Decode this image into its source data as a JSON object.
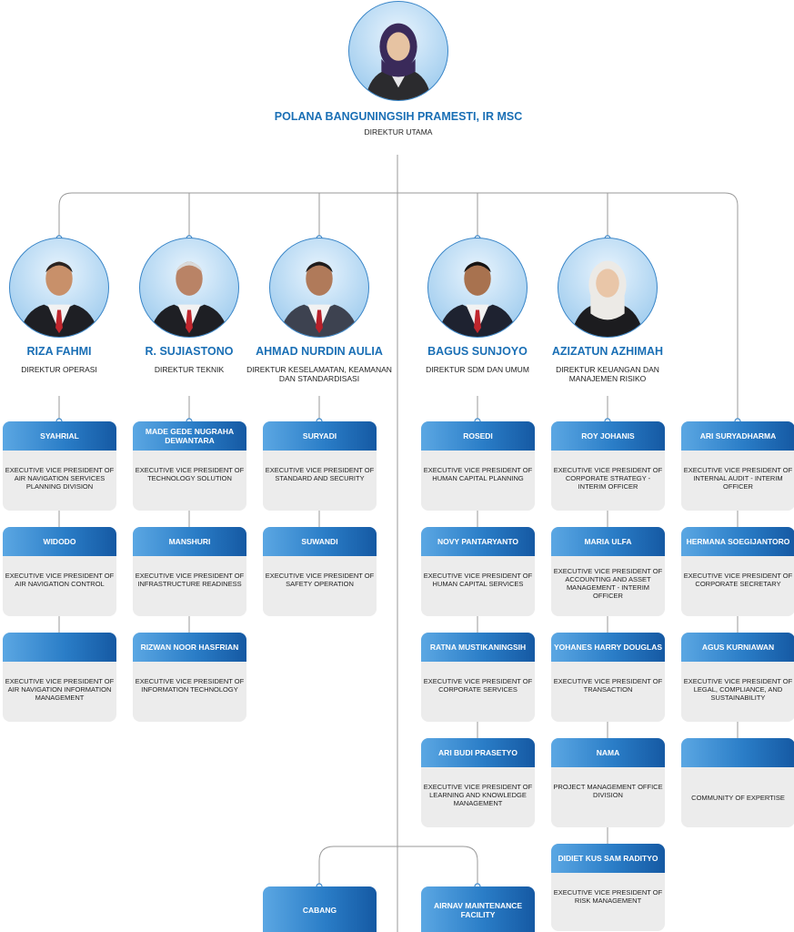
{
  "colors": {
    "accent": "#1a6fb5",
    "card_gradient": [
      "#5ba7e3",
      "#1559a3"
    ],
    "card_body": "#ececec",
    "line": "#9a9a9a"
  },
  "top": {
    "name": "POLANA BANGUNINGSIH PRAMESTI, IR MSC",
    "role": "DIREKTUR UTAMA",
    "photo": "woman-hijab-portrait"
  },
  "directors": [
    {
      "name": "RIZA FAHMI",
      "role": "DIREKTUR OPERASI"
    },
    {
      "name": "R. SUJIASTONO",
      "role": "DIREKTUR TEKNIK"
    },
    {
      "name": "AHMAD NURDIN AULIA",
      "role": "DIREKTUR KESELAMATAN, KEAMANAN DAN STANDARDISASI"
    },
    {
      "name": "BAGUS SUNJOYO",
      "role": "DIREKTUR SDM DAN UMUM"
    },
    {
      "name": "AZIZATUN AZHIMAH",
      "role": "DIREKTUR KEUANGAN DAN MANAJEMEN RISIKO"
    }
  ],
  "columns": [
    [
      {
        "head": "SYAHRIAL",
        "body": "EXECUTIVE VICE PRESIDENT OF AIR NAVIGATION SERVICES PLANNING DIVISION"
      },
      {
        "head": "WIDODO",
        "body": "EXECUTIVE VICE PRESIDENT OF AIR NAVIGATION CONTROL"
      },
      {
        "head": "",
        "body": "EXECUTIVE VICE PRESIDENT OF AIR NAVIGATION INFORMATION MANAGEMENT"
      }
    ],
    [
      {
        "head": "MADE GEDE NUGRAHA DEWANTARA",
        "body": "EXECUTIVE VICE PRESIDENT OF TECHNOLOGY SOLUTION"
      },
      {
        "head": "MANSHURI",
        "body": "EXECUTIVE VICE PRESIDENT OF INFRASTRUCTURE READINESS"
      },
      {
        "head": "RIZWAN NOOR HASFRIAN",
        "body": "EXECUTIVE VICE PRESIDENT OF INFORMATION TECHNOLOGY"
      }
    ],
    [
      {
        "head": "SURYADI",
        "body": "EXECUTIVE VICE PRESIDENT OF STANDARD AND SECURITY"
      },
      {
        "head": "SUWANDI",
        "body": "EXECUTIVE VICE PRESIDENT OF SAFETY OPERATION"
      }
    ],
    [
      {
        "head": "ROSEDI",
        "body": "EXECUTIVE VICE PRESIDENT OF HUMAN CAPITAL PLANNING"
      },
      {
        "head": "NOVY PANTARYANTO",
        "body": "EXECUTIVE VICE PRESIDENT OF HUMAN CAPITAL SERVICES"
      },
      {
        "head": "RATNA MUSTIKANINGSIH",
        "body": "EXECUTIVE VICE PRESIDENT OF CORPORATE SERVICES"
      },
      {
        "head": "ARI BUDI PRASETYO",
        "body": "EXECUTIVE VICE PRESIDENT OF LEARNING AND KNOWLEDGE MANAGEMENT"
      }
    ],
    [
      {
        "head": "ROY JOHANIS",
        "body": "EXECUTIVE VICE PRESIDENT OF CORPORATE STRATEGY - INTERIM OFFICER"
      },
      {
        "head": "MARIA ULFA",
        "body": "EXECUTIVE VICE PRESIDENT OF ACCOUNTING AND ASSET MANAGEMENT - INTERIM OFFICER"
      },
      {
        "head": "YOHANES HARRY DOUGLAS",
        "body": "EXECUTIVE VICE PRESIDENT OF TRANSACTION"
      },
      {
        "head": "NAMA",
        "body": "PROJECT MANAGEMENT OFFICE DIVISION"
      },
      {
        "head": "DIDIET KUS SAM RADITYO",
        "body": "EXECUTIVE VICE PRESIDENT OF RISK MANAGEMENT"
      }
    ],
    [
      {
        "head": "ARI SURYADHARMA",
        "body": "EXECUTIVE VICE PRESIDENT OF INTERNAL AUDIT - INTERIM OFFICER"
      },
      {
        "head": "HERMANA SOEGIJANTORO",
        "body": "EXECUTIVE VICE PRESIDENT OF CORPORATE SECRETARY"
      },
      {
        "head": "AGUS KURNIAWAN",
        "body": "EXECUTIVE VICE PRESIDENT OF LEGAL, COMPLIANCE, AND SUSTAINABILITY"
      },
      {
        "head": "",
        "body": "COMMUNITY OF EXPERTISE"
      }
    ]
  ],
  "bottom": [
    {
      "head": "CABANG"
    },
    {
      "head": "AIRNAV MAINTENANCE FACILITY"
    }
  ]
}
